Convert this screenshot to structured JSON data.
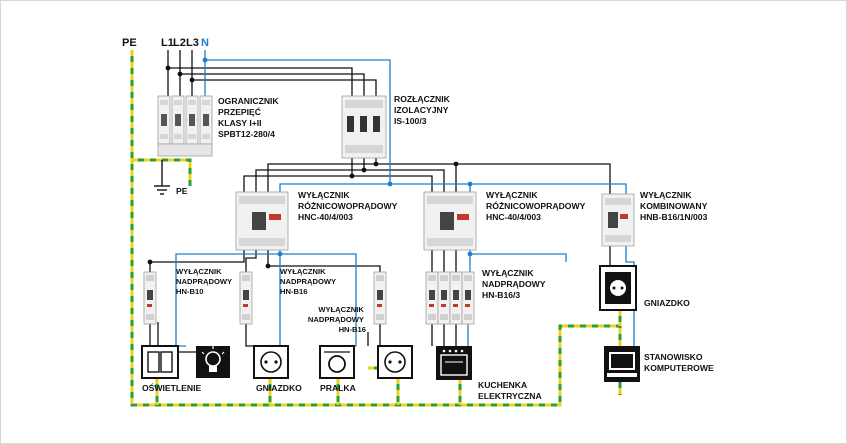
{
  "colors": {
    "line": "#111111",
    "neutral": "#1a7fd0",
    "pe_green": "#2e9e35",
    "pe_yellow": "#e8d21a",
    "device_body": "#f2f2f2",
    "device_edge": "#9a9a9a"
  },
  "bus": {
    "pe": "PE",
    "l1": "L1",
    "l2": "L2",
    "l3": "L3",
    "n": "N"
  },
  "ground": {
    "label": "PE"
  },
  "devices": {
    "spd": {
      "lines": [
        "OGRANICZNIK",
        "PRZEPIĘĆ",
        "KLASY I+II",
        "SPBT12-280/4"
      ]
    },
    "isolator": {
      "lines": [
        "ROZŁĄCZNIK",
        "IZOLACYJNY",
        "IS-100/3"
      ]
    },
    "rcd1": {
      "lines": [
        "WYŁĄCZNIK",
        "RÓŻNICOWOPRĄDOWY",
        "HNC-40/4/003"
      ]
    },
    "rcd2": {
      "lines": [
        "WYŁĄCZNIK",
        "RÓŻNICOWOPRĄDOWY",
        "HNC-40/4/003"
      ]
    },
    "rcbo": {
      "lines": [
        "WYŁĄCZNIK",
        "KOMBINOWANY",
        "HNB-B16/1N/003"
      ]
    },
    "mcb1": {
      "lines": [
        "WYŁĄCZNIK",
        "NADPRĄDOWY",
        "HN-B10"
      ]
    },
    "mcb2": {
      "lines": [
        "WYŁĄCZNIK",
        "NADPRĄDOWY",
        "HN-B16"
      ]
    },
    "mcb3": {
      "lines": [
        "WYŁĄCZNIK",
        "NADPRĄDOWY",
        "HN-B16"
      ]
    },
    "mcb4": {
      "lines": [
        "WYŁĄCZNIK",
        "NADPRĄDOWY",
        "HN-B16/3"
      ]
    }
  },
  "loads": {
    "lighting": "OŚWIETLENIE",
    "socket1": "GNIAZDKO",
    "washer": "PRALKA",
    "stove": [
      "KUCHENKA",
      "ELEKTRYCZNA"
    ],
    "socket2": "GNIAZDKO",
    "computer": [
      "STANOWISKO",
      "KOMPUTEROWE"
    ]
  },
  "icons": [
    "bulb-icon",
    "socket-icon",
    "washing-machine-icon",
    "stove-icon",
    "computer-icon",
    "switch-icon",
    "ground-icon"
  ]
}
